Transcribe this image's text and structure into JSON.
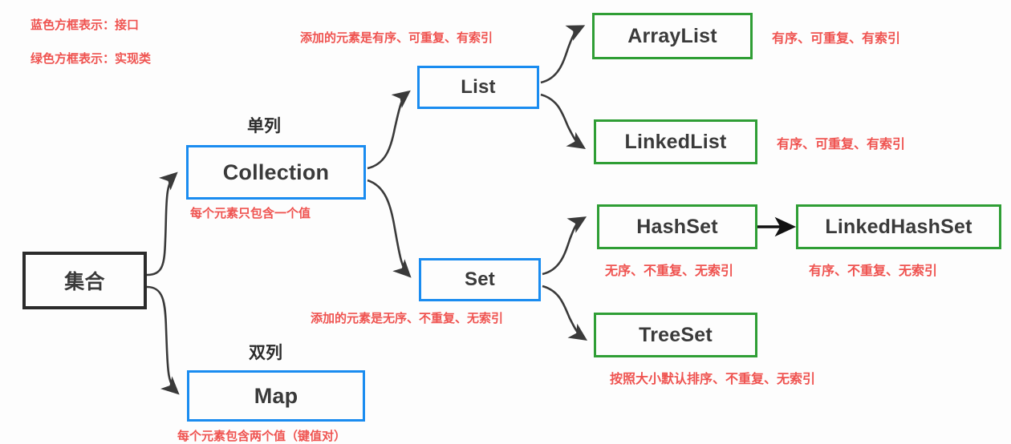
{
  "colors": {
    "interface_border": "#1a8cf0",
    "implementation_border": "#2f9e35",
    "root_border": "#2b2b2b",
    "annotation_text": "#ef5350",
    "caption_text": "#2b2b2b",
    "background": "#fdfdfd",
    "edge": "#3a3a3a"
  },
  "legend": {
    "line1": "蓝色方框表示：接口",
    "line2": "绿色方框表示：实现类"
  },
  "nodes": {
    "root": {
      "label": "集合",
      "kind": "root"
    },
    "collection": {
      "label": "Collection",
      "kind": "interface"
    },
    "map": {
      "label": "Map",
      "kind": "interface"
    },
    "list": {
      "label": "List",
      "kind": "interface"
    },
    "set": {
      "label": "Set",
      "kind": "interface"
    },
    "arraylist": {
      "label": "ArrayList",
      "kind": "implementation"
    },
    "linkedlist": {
      "label": "LinkedList",
      "kind": "implementation"
    },
    "hashset": {
      "label": "HashSet",
      "kind": "implementation"
    },
    "linkedhashset": {
      "label": "LinkedHashSet",
      "kind": "implementation"
    },
    "treeset": {
      "label": "TreeSet",
      "kind": "implementation"
    }
  },
  "captions": {
    "collection_caption": "单列",
    "map_caption": "双列"
  },
  "annotations": {
    "collection_note": "每个元素只包含一个值",
    "map_note": "每个元素包含两个值（键值对）",
    "list_note": "添加的元素是有序、可重复、有索引",
    "set_note": "添加的元素是无序、不重复、无索引",
    "arraylist_note": "有序、可重复、有索引",
    "linkedlist_note": "有序、可重复、有索引",
    "hashset_note": "无序、不重复、无索引",
    "linkedhashset_note": "有序、不重复、无索引",
    "treeset_note": "按照大小默认排序、不重复、无索引"
  }
}
